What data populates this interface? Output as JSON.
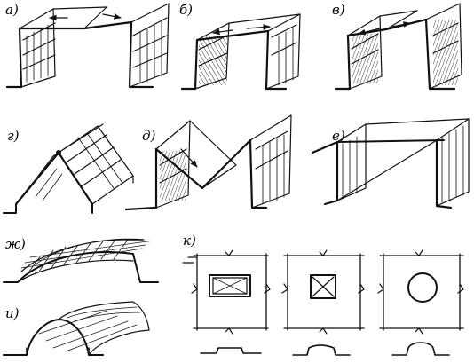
{
  "labels": {
    "a": "а)",
    "b": "б)",
    "v": "в)",
    "g": "г)",
    "d": "д)",
    "e": "е)",
    "zh": "ж)",
    "i": "и)",
    "k": "к)"
  },
  "colors": {
    "ink": "#111111",
    "paper": "#ffffff"
  },
  "icons": {
    "arrow": "arrow-icon",
    "skylight": "skylight-opening-icon"
  }
}
